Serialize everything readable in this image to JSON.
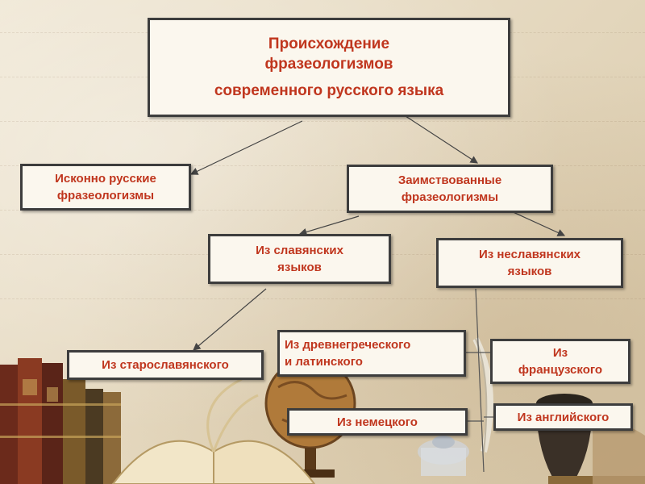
{
  "title": {
    "line1": "Происхождение",
    "line2": "фразеологизмов",
    "line3": "современного русского языка"
  },
  "nodes": {
    "native": {
      "line1": "Исконно русские",
      "line2": "фразеологизмы"
    },
    "borrowed": {
      "line1": "Заимствованные",
      "line2": "фразеологизмы"
    },
    "slavic": {
      "line1": "Из славянских",
      "line2": "языков"
    },
    "nonslavic": {
      "line1": "Из неславянских",
      "line2": "языков"
    },
    "old_slavonic": {
      "label": "Из старославянского"
    },
    "greek_latin": {
      "line1": "Из древнегреческого",
      "line2": "и латинского"
    },
    "french": {
      "line1": "Из",
      "line2": "французского"
    },
    "german": {
      "label": "Из немецкого"
    },
    "english": {
      "label": "Из английского"
    }
  },
  "colors": {
    "text": "#c0361e",
    "box_fill": "#fbf7ee",
    "box_border": "#3d3d3d",
    "background": "#e9dfc9"
  }
}
